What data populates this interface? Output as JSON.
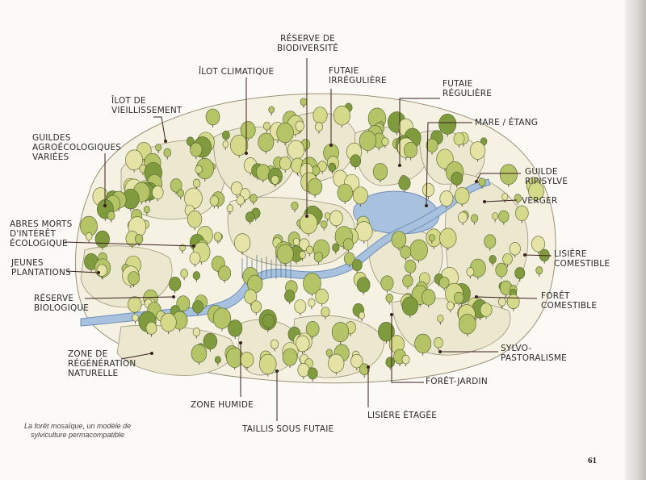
{
  "labels": {
    "reserve_biodiversite": "RÉSERVE DE\nBIODIVERSITÉ",
    "ilot_climatique": "ÎLOT CLIMATIQUE",
    "futaie_irreguliere": "FUTAIE\nIRRÉGULIÈRE",
    "futaie_reguliere": "FUTAIE\nRÉGULIÈRE",
    "ilot_vieillissement": "ÎLOT DE\nVIEILLISSEMENT",
    "mare_etang": "MARE / ÉTANG",
    "guildes": "GUILDES\nAGROÉCOLOGIQUES\nVARIÉES",
    "guilde_ripisylve": "GUILDE\nRIPISYLVE",
    "verger": "VERGER",
    "arbres_morts": "ABRES MORTS\nD'INTÉRÊT\nÉCOLOGIQUE",
    "jeunes_plantations": "JEUNES\nPLANTATIONS",
    "lisiere_comestible": "LISIÈRE\nCOMESTIBLE",
    "reserve_biologique": "RÉSERVE\nBIOLOGIQUE",
    "foret_comestible": "FORÊT\nCOMESTIBLE",
    "zone_regeneration": "ZONE DE\nRÉGÉNÉRATION\nNATURELLE",
    "sylvo_pastoralisme": "SYLVO-\nPASTORALISME",
    "foret_jardin": "FORÊT-JARDIN",
    "zone_humide": "ZONE HUMIDE",
    "lisiere_etagee": "LISIÈRE ÉTAGÉE",
    "taillis_sous_futaie": "TAILLIS SOUS FUTAIE"
  },
  "caption": "La forêt mosaïque, un modèle de\nsylviculture permacompatible",
  "page_number": "61",
  "colors": {
    "tree_light": "#d5d98a",
    "tree_mid": "#b5c467",
    "tree_dark": "#7f9b3e",
    "tree_pale": "#e6e3a6",
    "plot_fill": "#f1eedc",
    "water": "#a7c1de",
    "leader": "#3a1f1f"
  }
}
